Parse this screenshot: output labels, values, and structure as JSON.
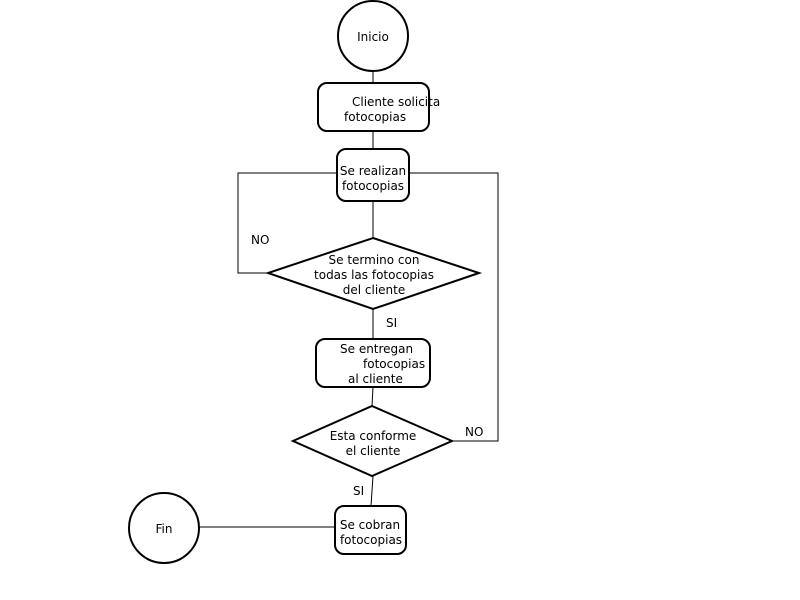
{
  "flowchart": {
    "nodes": {
      "start": {
        "line1": "Inicio"
      },
      "request": {
        "line1": "Cliente solicita",
        "line2": "fotocopias"
      },
      "copy": {
        "line1": "Se realizan",
        "line2": "fotocopias"
      },
      "done_check": {
        "line1": "Se termino con",
        "line2": "todas las fotocopias",
        "line3": "del cliente"
      },
      "deliver": {
        "line1": "Se entregan",
        "line2": "fotocopias",
        "line3": "al cliente"
      },
      "satisfied_check": {
        "line1": "Esta conforme",
        "line2": "el cliente"
      },
      "charge": {
        "line1": "Se cobran",
        "line2": "fotocopias"
      },
      "end": {
        "line1": "Fin"
      }
    },
    "edge_labels": {
      "done_no": "NO",
      "done_yes": "SI",
      "satisfied_no": "NO",
      "satisfied_yes": "SI"
    }
  }
}
